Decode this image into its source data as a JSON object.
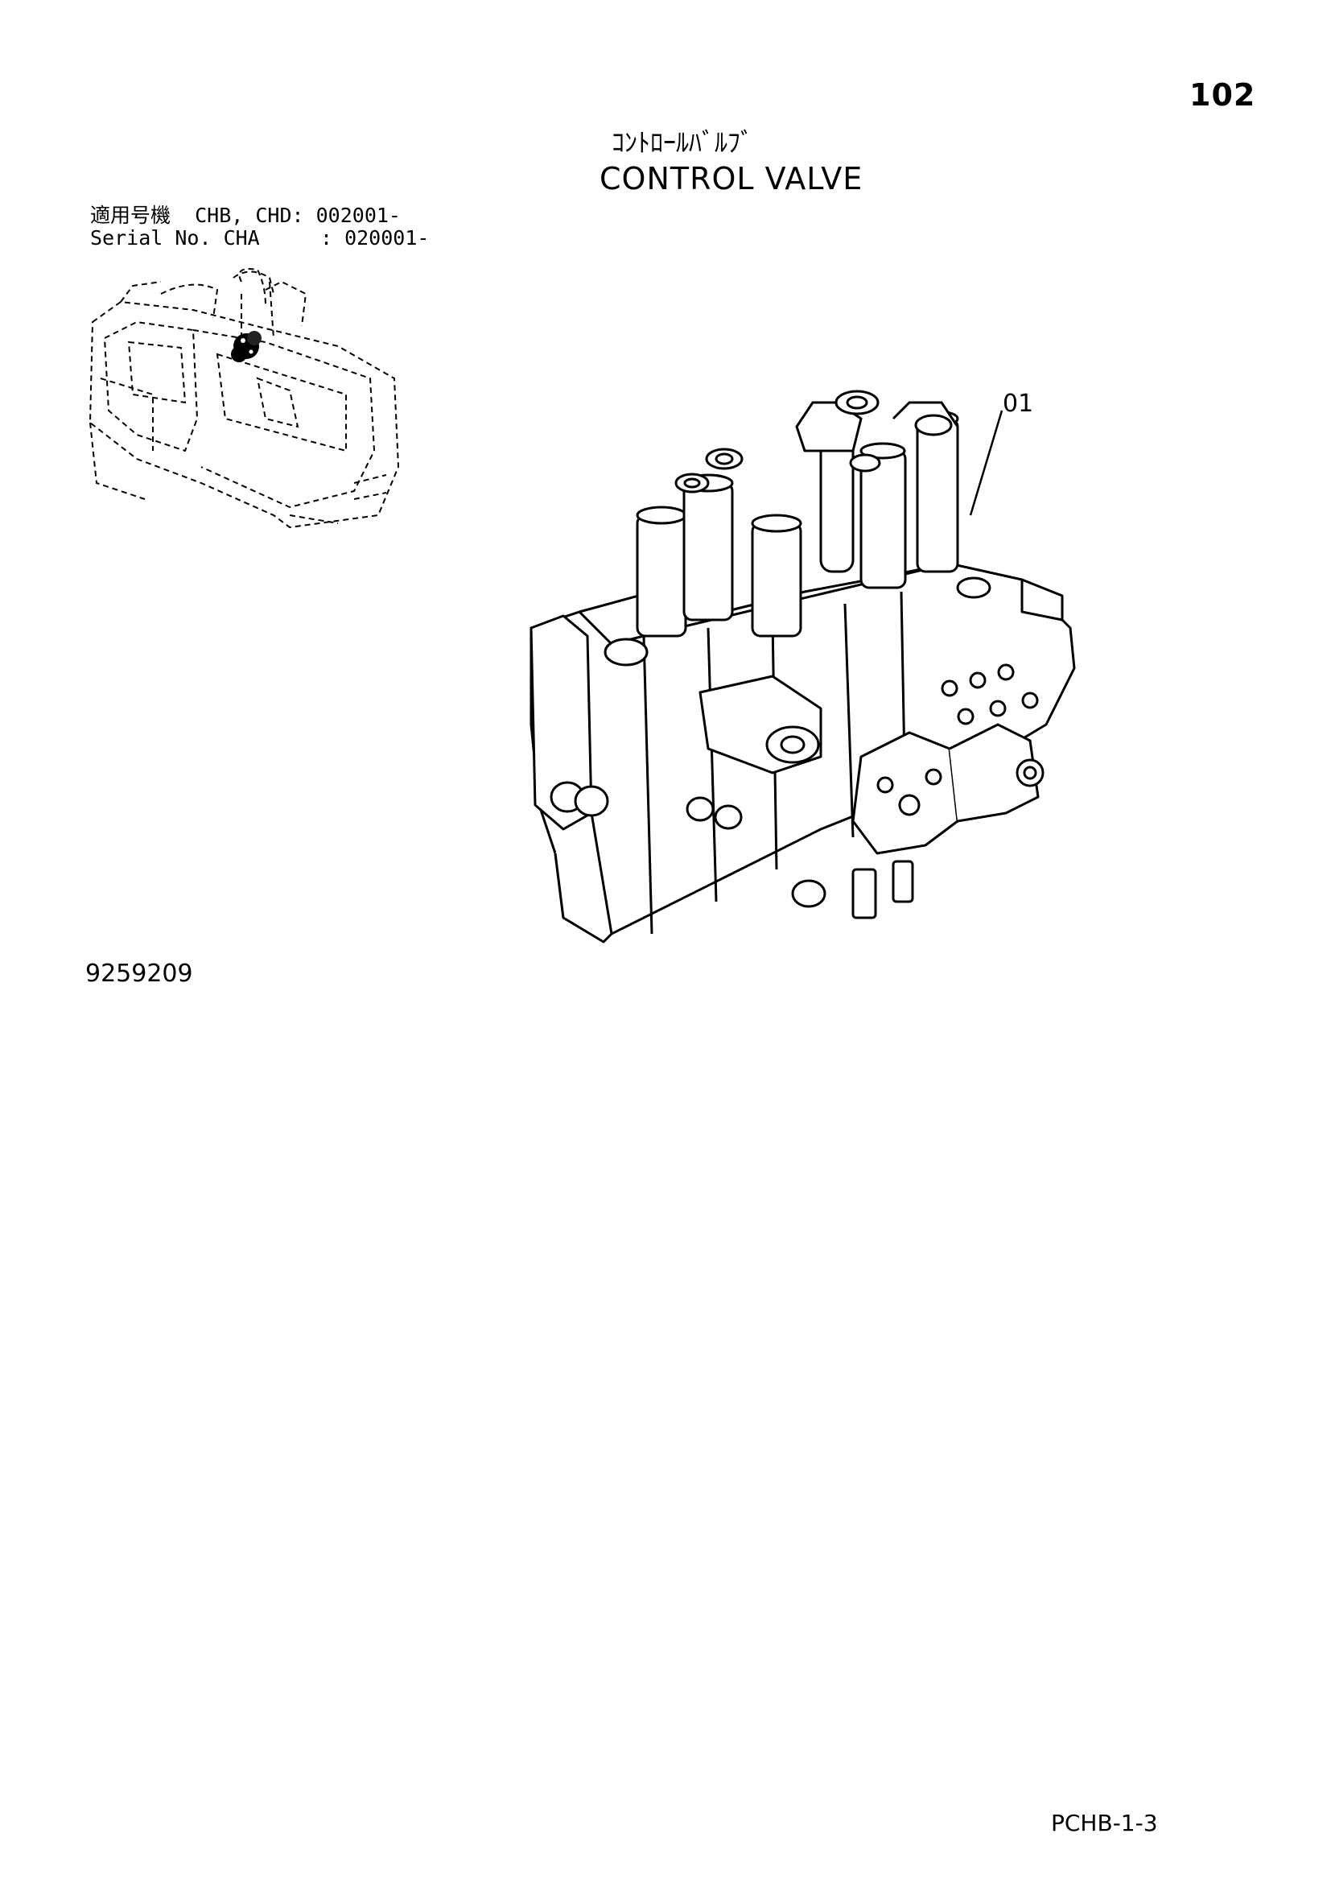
{
  "page_number": "102",
  "title_jp": "ｺﾝﾄﾛｰﾙﾊﾞﾙﾌﾞ",
  "title_en": "CONTROL VALVE",
  "applicability": {
    "line1": "適用号機  CHB, CHD: 002001-",
    "line2": "Serial No. CHA     : 020001-"
  },
  "callout_label": "01",
  "illustration_number": "9259209",
  "page_code": "PCHB-1-3",
  "icons": {
    "machine": "excavator-locator-icon",
    "valve": "control-valve-illustration"
  },
  "colors": {
    "ink": "#000000",
    "paper": "#ffffff"
  }
}
